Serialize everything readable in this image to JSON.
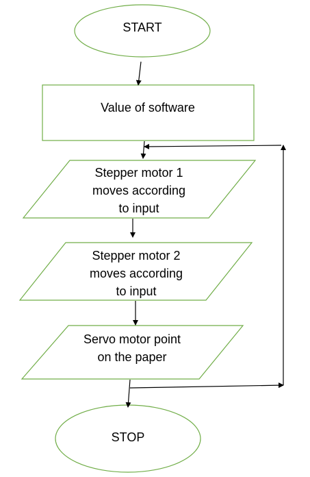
{
  "colors": {
    "shape_stroke": "#70ad47",
    "arrow": "#000000",
    "background": "#ffffff"
  },
  "nodes": {
    "start": {
      "shape": "ellipse",
      "text": "START"
    },
    "value_software": {
      "shape": "rectangle",
      "text": "Value of software"
    },
    "stepper1": {
      "shape": "parallelogram",
      "lines": [
        "Stepper motor 1",
        "moves according",
        "to input"
      ]
    },
    "stepper2": {
      "shape": "parallelogram",
      "lines": [
        "Stepper motor 2",
        "moves according",
        "to input"
      ]
    },
    "servo": {
      "shape": "parallelogram",
      "lines": [
        "Servo motor point",
        "on the paper"
      ]
    },
    "stop": {
      "shape": "ellipse",
      "text": "STOP"
    }
  },
  "edges": [
    {
      "from": "start",
      "to": "value_software"
    },
    {
      "from": "value_software",
      "to": "stepper1"
    },
    {
      "from": "stepper1",
      "to": "stepper2"
    },
    {
      "from": "stepper2",
      "to": "servo"
    },
    {
      "from": "servo",
      "to": "stop"
    },
    {
      "from": "servo",
      "to": "stepper1",
      "type": "loop"
    }
  ]
}
